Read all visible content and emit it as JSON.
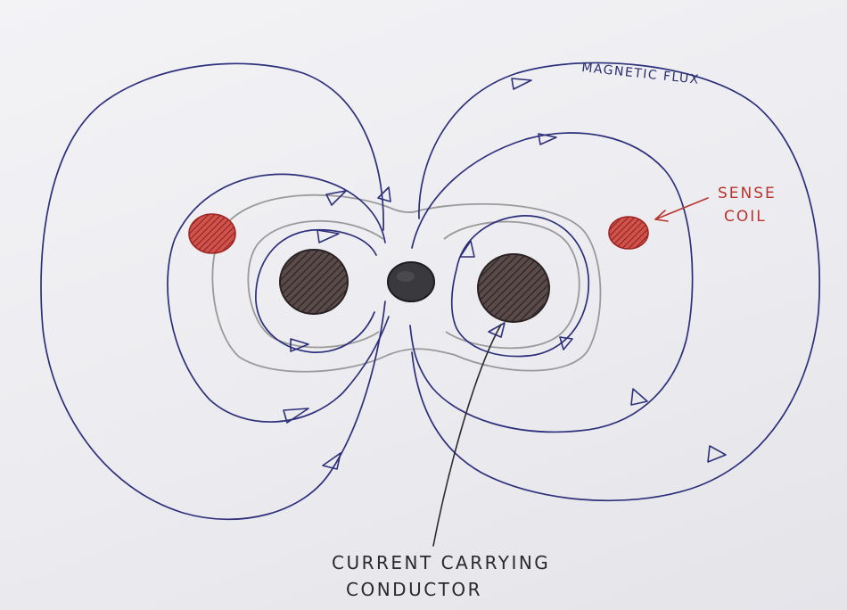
{
  "labels": {
    "magnetic_flux": "MAGNETIC FLUX",
    "sense_coil_line1": "SENSE",
    "sense_coil_line2": "COIL",
    "conductor_line1": "CURRENT CARRYING",
    "conductor_line2": "CONDUCTOR"
  },
  "colors": {
    "flux_line": "#2d2f7a",
    "gray_line": "#9a9a9a",
    "sense_coil": "#b8332e",
    "conductor": "#3a3a3e",
    "core": "#4a3a3a",
    "paper": "#efeff2"
  }
}
